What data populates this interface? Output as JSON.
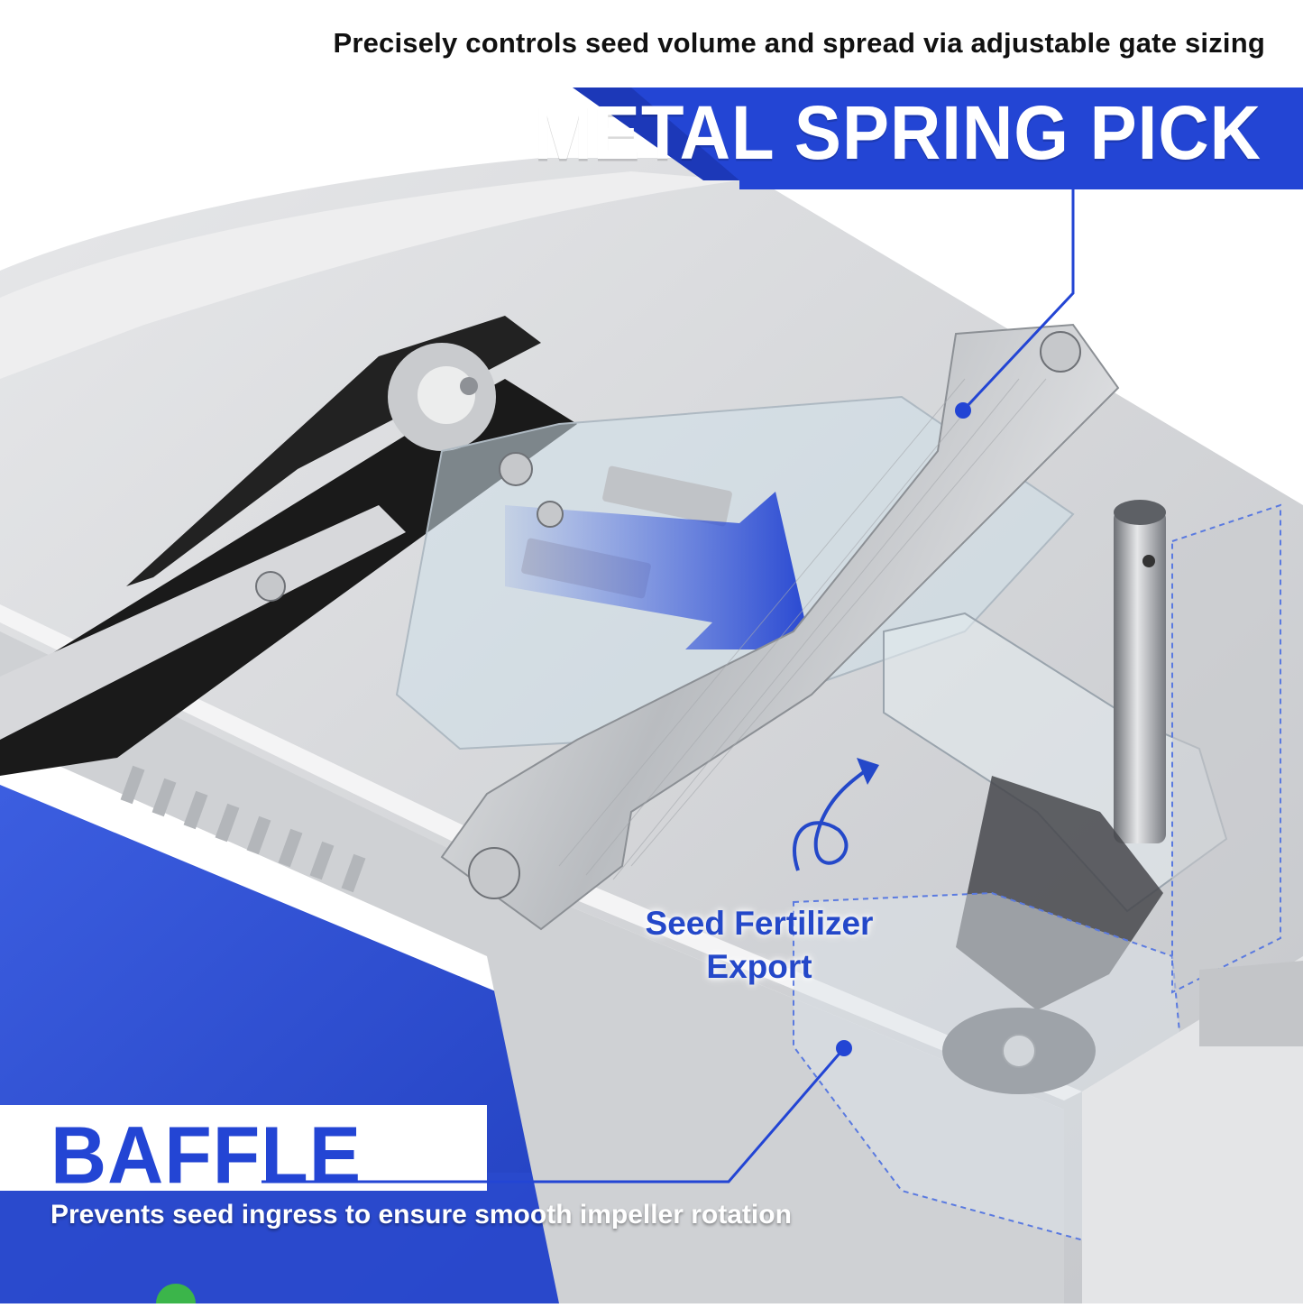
{
  "header": {
    "caption": "Precisely controls seed volume and spread via adjustable gate sizing",
    "title": "METAL SPRING PICK"
  },
  "callout": {
    "export_line1": "Seed Fertilizer",
    "export_line2": "Export"
  },
  "footer": {
    "title": "BAFFLE",
    "caption": "Prevents seed ingress to ensure smooth impeller rotation"
  },
  "colors": {
    "brand_blue": "#2345d4",
    "metal_light": "#d9dadc",
    "metal_dark": "#9a9da2",
    "belt_black": "#1a1a1a"
  }
}
